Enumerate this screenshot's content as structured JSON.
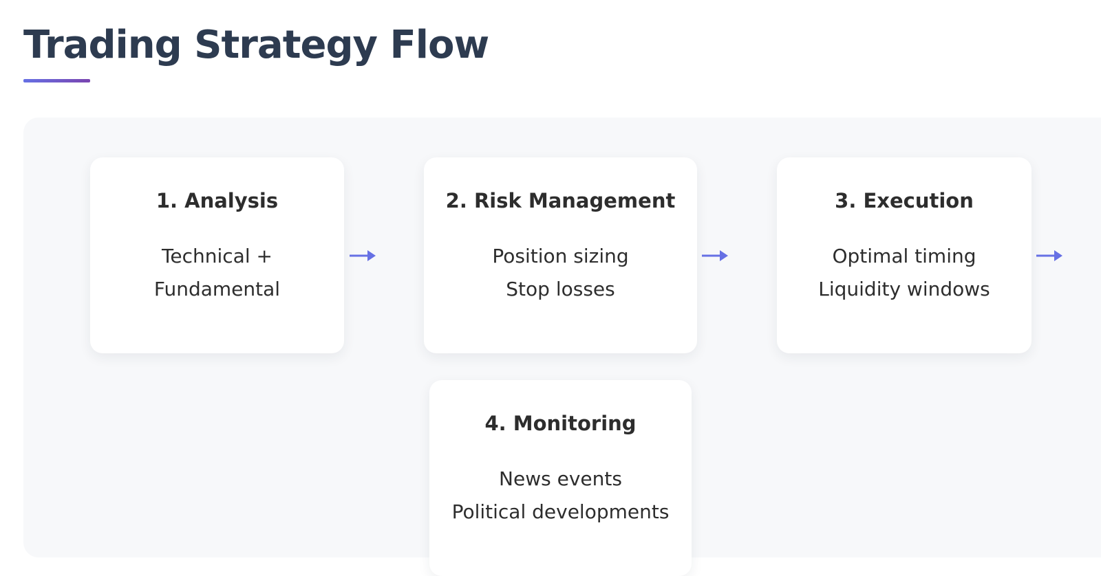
{
  "page": {
    "title": "Trading Strategy Flow"
  },
  "colors": {
    "title": "#2d3b50",
    "underline_start": "#6670e4",
    "underline_end": "#7a45b0",
    "arrow": "#6670e4",
    "panel_bg": "#f7f8fa",
    "card_bg": "#ffffff"
  },
  "steps": [
    {
      "title": "1. Analysis",
      "lines": [
        "Technical +",
        "Fundamental"
      ]
    },
    {
      "title": "2. Risk Management",
      "lines": [
        "Position sizing",
        "Stop losses"
      ]
    },
    {
      "title": "3. Execution",
      "lines": [
        "Optimal timing",
        "Liquidity windows"
      ]
    },
    {
      "title": "4. Monitoring",
      "lines": [
        "News events",
        "Political developments"
      ]
    }
  ],
  "connectors": [
    {
      "icon": "arrow-right-icon",
      "glyph": "→"
    },
    {
      "icon": "arrow-right-icon",
      "glyph": "→"
    },
    {
      "icon": "arrow-right-icon",
      "glyph": "→"
    }
  ]
}
